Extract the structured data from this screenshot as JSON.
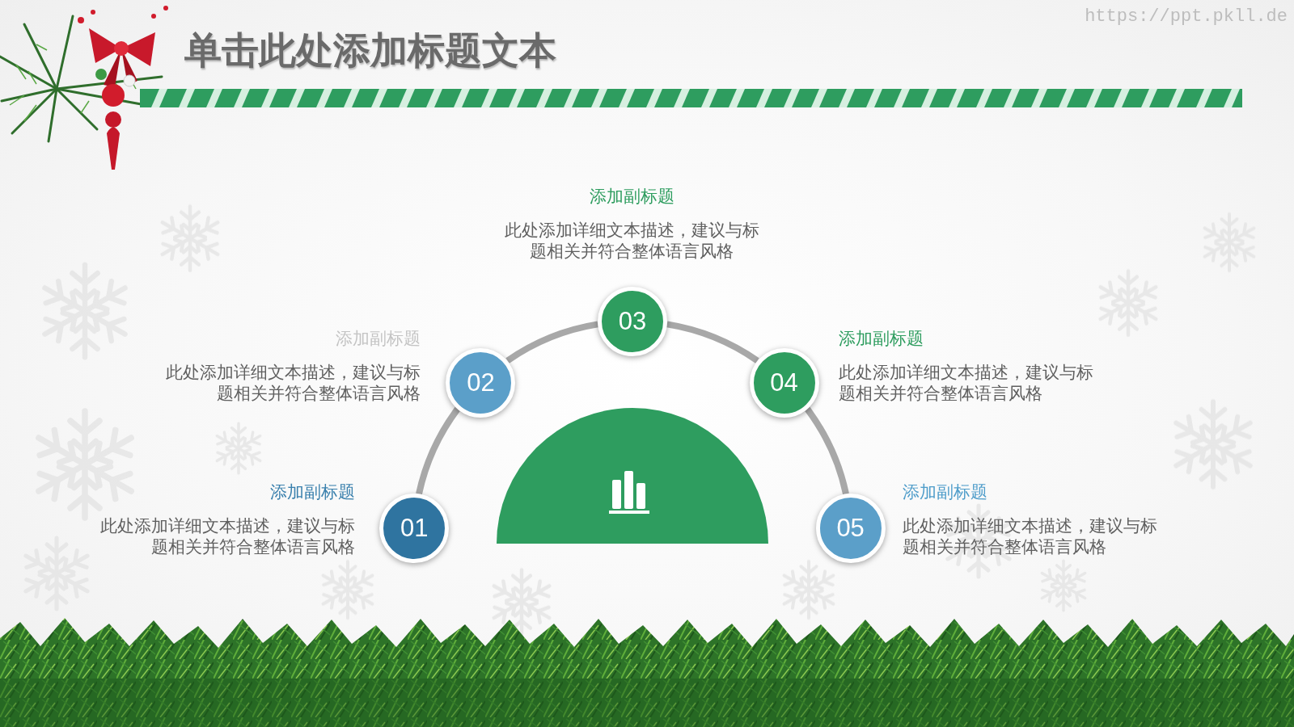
{
  "diagram": {
    "title": "单击此处添加标题文本",
    "nodes": [
      {
        "text": [
          "01"
        ]
      },
      {
        "text": [
          "02"
        ]
      },
      {
        "text": [
          "03"
        ]
      },
      {
        "text": [
          "04"
        ]
      },
      {
        "text": [
          "05"
        ]
      }
    ],
    "edges": [
      {
        "from": 0,
        "to": 1,
        "arrow": "none"
      },
      {
        "from": 1,
        "to": 2,
        "arrow": "none"
      },
      {
        "from": 2,
        "to": 3,
        "arrow": "none"
      },
      {
        "from": 3,
        "to": 4,
        "arrow": "none"
      }
    ],
    "labels": [
      "https://ppt.pkll.de",
      "添加副标题",
      "此处添加详细文本描述，建议与标题相关并符合整体语言风格",
      "添加副标题",
      "此处添加详细文本描述，建议与标题相关并符合整体语言风格",
      "添加副标题",
      "此处添加详细文本描述，建议与标题相关并符合整体语言风格",
      "添加副标题",
      "此处添加详细文本描述，建议与标题相关并符合整体语言风格",
      "添加副标题",
      "此处添加详细文本描述，建议与标题相关并符合整体语言风格"
    ]
  }
}
